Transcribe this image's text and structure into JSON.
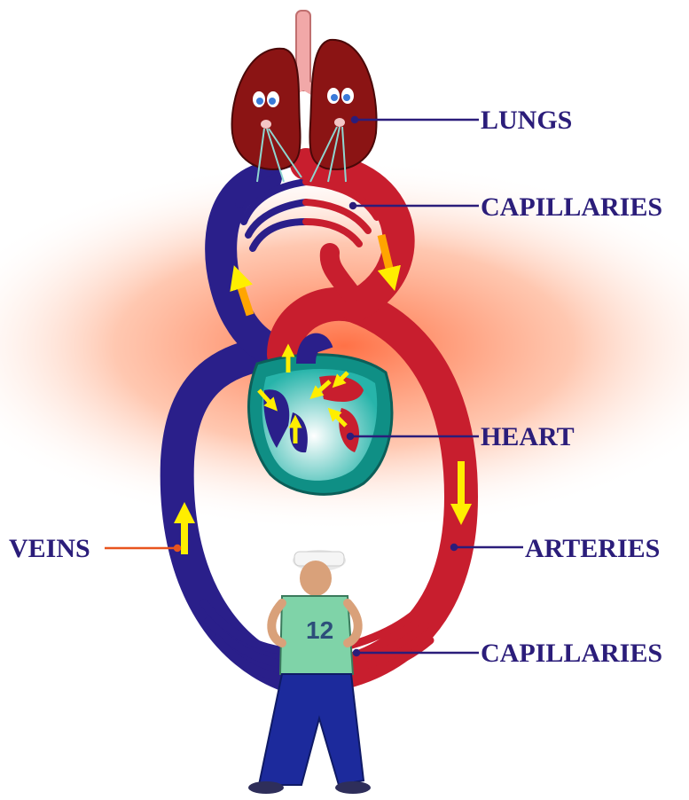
{
  "labels": {
    "lungs": "LUNGS",
    "capillaries_top": "CAPILLARIES",
    "heart": "HEART",
    "veins": "VEINS",
    "arteries": "ARTERIES",
    "capillaries_bottom": "CAPILLARIES"
  },
  "colors": {
    "vein_blue": "#2a1f8a",
    "artery_red": "#c81e2e",
    "lung_red": "#8b1414",
    "heart_teal": "#17a39a",
    "arrow_yellow": "#ffee00",
    "arrow_orange": "#ffa500",
    "label_text": "#2b1d7a",
    "leader_line": "#2b1d7a",
    "veins_leader": "#e8541e",
    "glow": "#ff6a3d"
  }
}
